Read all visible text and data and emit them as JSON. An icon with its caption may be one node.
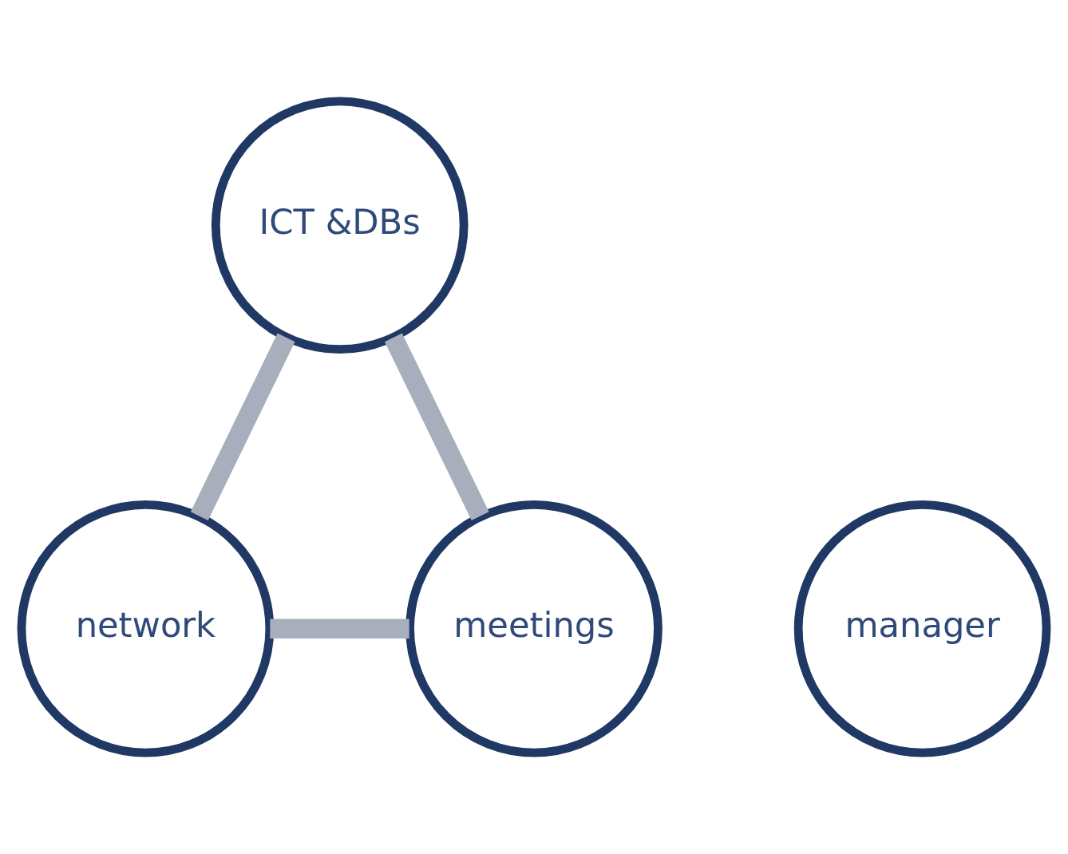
{
  "diagram": {
    "nodes": [
      {
        "text": [
          "ICT &DBs"
        ]
      },
      {
        "text": [
          "manager"
        ]
      },
      {
        "text": [
          "meetings"
        ]
      },
      {
        "text": [
          "network"
        ]
      }
    ],
    "edges": [
      {
        "from": 0,
        "to": 3,
        "arrow": "none"
      },
      {
        "from": 3,
        "to": 2,
        "arrow": "none"
      },
      {
        "from": 2,
        "to": 0,
        "arrow": "none"
      }
    ]
  }
}
